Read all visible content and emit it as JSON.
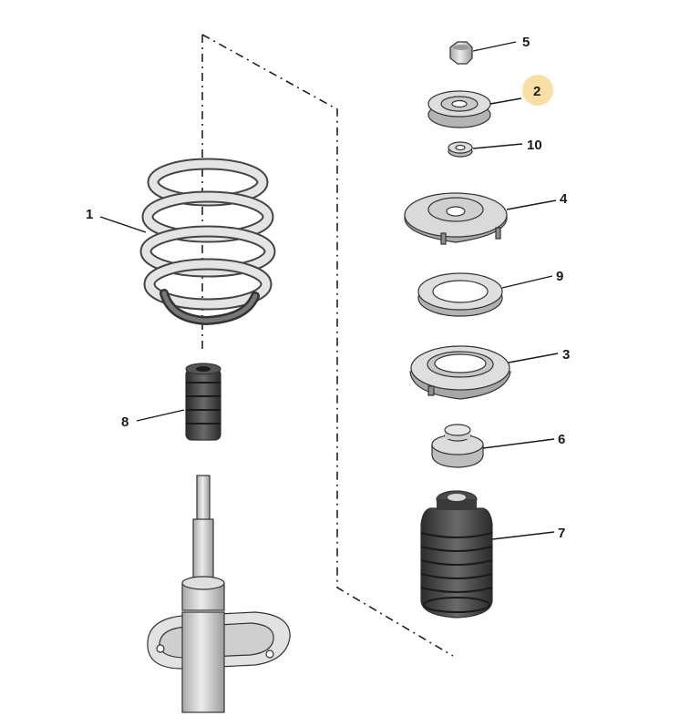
{
  "diagram": {
    "callouts": [
      {
        "id": "1",
        "label": "1"
      },
      {
        "id": "2",
        "label": "2",
        "highlight_color": "#f9dfa4"
      },
      {
        "id": "3",
        "label": "3"
      },
      {
        "id": "4",
        "label": "4"
      },
      {
        "id": "5",
        "label": "5"
      },
      {
        "id": "6",
        "label": "6"
      },
      {
        "id": "7",
        "label": "7"
      },
      {
        "id": "8",
        "label": "8"
      },
      {
        "id": "9",
        "label": "9"
      },
      {
        "id": "10",
        "label": "10"
      }
    ],
    "colors": {
      "part_fill": "#dcdcdc",
      "part_shadow": "#a9a9a9",
      "rubber_dark": "#3a3a3a",
      "outline": "#333333",
      "highlight": "#f9dfa4"
    }
  }
}
